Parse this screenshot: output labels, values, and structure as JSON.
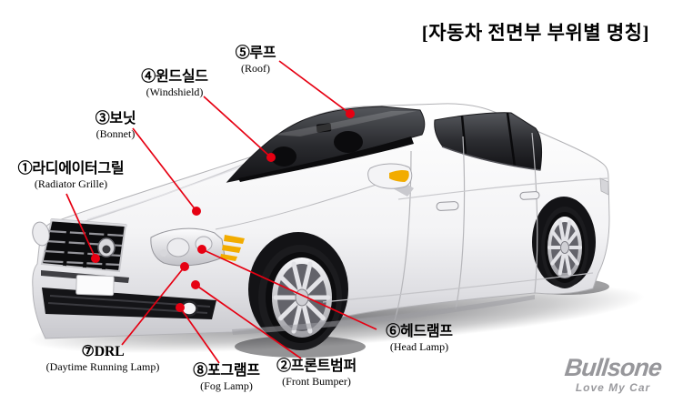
{
  "title": "[자동차 전면부 부위별 명칭]",
  "labels": [
    {
      "num": "①",
      "ko": "라디에이터그릴",
      "en": "(Radiator Grille)"
    },
    {
      "num": "②",
      "ko": "프론트범퍼",
      "en": "(Front Bumper)"
    },
    {
      "num": "③",
      "ko": "보닛",
      "en": "(Bonnet)"
    },
    {
      "num": "④",
      "ko": "윈드실드",
      "en": "(Windshield)"
    },
    {
      "num": "⑤",
      "ko": "루프",
      "en": "(Roof)"
    },
    {
      "num": "⑥",
      "ko": "헤드램프",
      "en": "(Head Lamp)"
    },
    {
      "num": "⑦",
      "ko": "DRL",
      "en": "(Daytime Running Lamp)"
    },
    {
      "num": "⑧",
      "ko": "포그램프",
      "en": "(Fog Lamp)"
    }
  ],
  "logo": {
    "brand": "Bullsone",
    "tagline": "Love My Car"
  },
  "colors": {
    "leader_line": "#e60012",
    "indicator_yellow": "#f2ac00",
    "logo_gray": "#97979b",
    "background": "#ffffff"
  }
}
